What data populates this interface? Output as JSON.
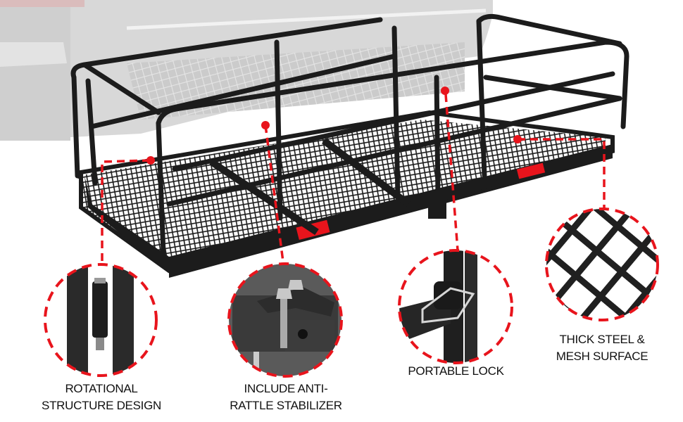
{
  "product": {
    "description": "Folding hitch cargo carrier basket with mesh floor mounted behind vehicle",
    "accent_color": "#e8141c",
    "reflector_color": "#e8141c",
    "frame_color": "#1c1c1c"
  },
  "callouts": [
    {
      "id": "rotational",
      "title_line1": "ROTATIONAL",
      "title_line2": "STRUCTURE DESIGN",
      "detail_image": "hinge-joint-closeup"
    },
    {
      "id": "stabilizer",
      "title_line1": "INCLUDE ANTI-",
      "title_line2": "RATTLE STABILIZER",
      "detail_image": "u-bolt-stabilizer-closeup"
    },
    {
      "id": "lock",
      "title_line1": "PORTABLE LOCK",
      "title_line2": "",
      "detail_image": "lynch-pin-lock-closeup"
    },
    {
      "id": "mesh",
      "title_line1": "THICK STEEL &",
      "title_line2": "MESH SURFACE",
      "detail_image": "steel-mesh-closeup"
    }
  ]
}
